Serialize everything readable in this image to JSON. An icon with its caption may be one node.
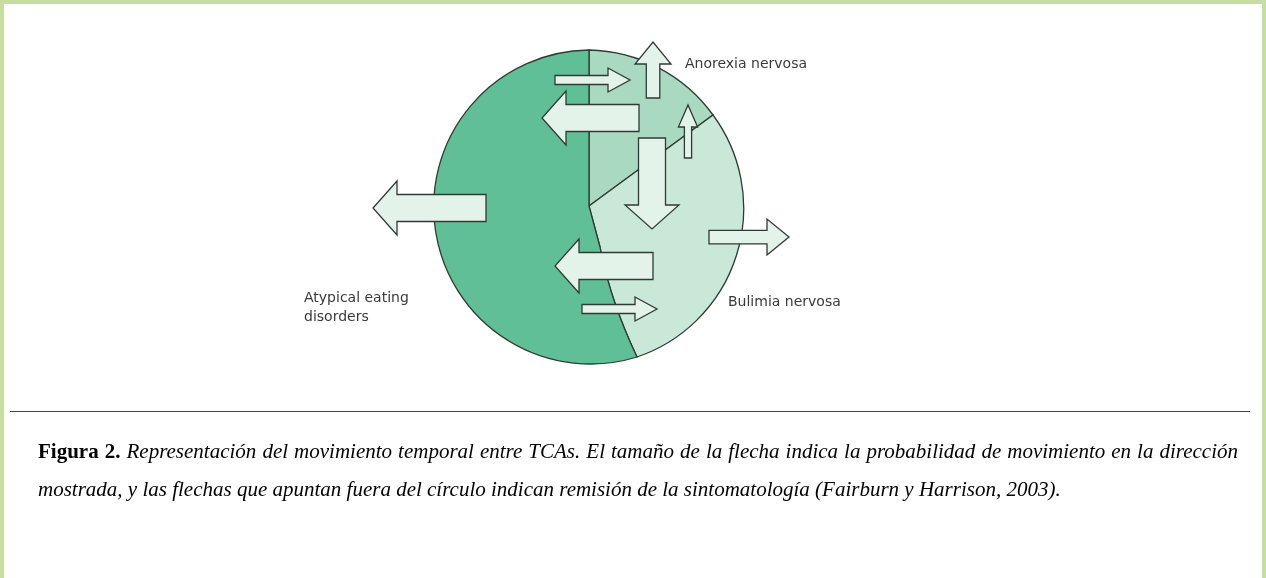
{
  "diagram": {
    "caption": "**Figura 2.** *Representación del movimiento temporal entre TCAs. El tamaño de la flecha indica la probabilidad de movimiento en la dirección mostrada, y las flechas que apuntan fuera del círculo indican remisión de la sintomatología (Fairburn y Harrison, 2003).*",
    "nodes": [
      {
        "text": [
          "Anorexia nervosa"
        ]
      },
      {
        "text": [
          "Bulimia nervosa"
        ]
      },
      {
        "text": [
          "Atypical eating disorders"
        ]
      }
    ],
    "edges": [
      {
        "from": 2,
        "to": 0,
        "arrow": "to"
      },
      {
        "from": 0,
        "to": 2,
        "arrow": "to",
        "style": "thick"
      },
      {
        "from": 0,
        "to": null,
        "arrow": "to"
      },
      {
        "from": 1,
        "to": 0,
        "arrow": "to"
      },
      {
        "from": 0,
        "to": 1,
        "arrow": "to",
        "style": "thick"
      },
      {
        "from": 2,
        "to": null,
        "arrow": "to",
        "style": "thick"
      },
      {
        "from": 1,
        "to": null,
        "arrow": "to"
      },
      {
        "from": 1,
        "to": 2,
        "arrow": "to",
        "style": "thick"
      },
      {
        "from": 2,
        "to": 1,
        "arrow": "to"
      }
    ]
  }
}
